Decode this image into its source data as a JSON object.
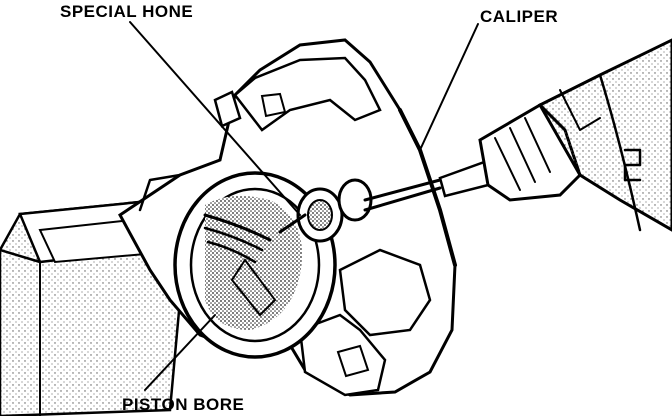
{
  "labels": {
    "special_hone": "SPECIAL HONE",
    "caliper": "CALIPER",
    "piston_bore": "PISTON BORE"
  },
  "colors": {
    "ink": "#000000",
    "paper": "#ffffff",
    "stipple": "#555555"
  }
}
